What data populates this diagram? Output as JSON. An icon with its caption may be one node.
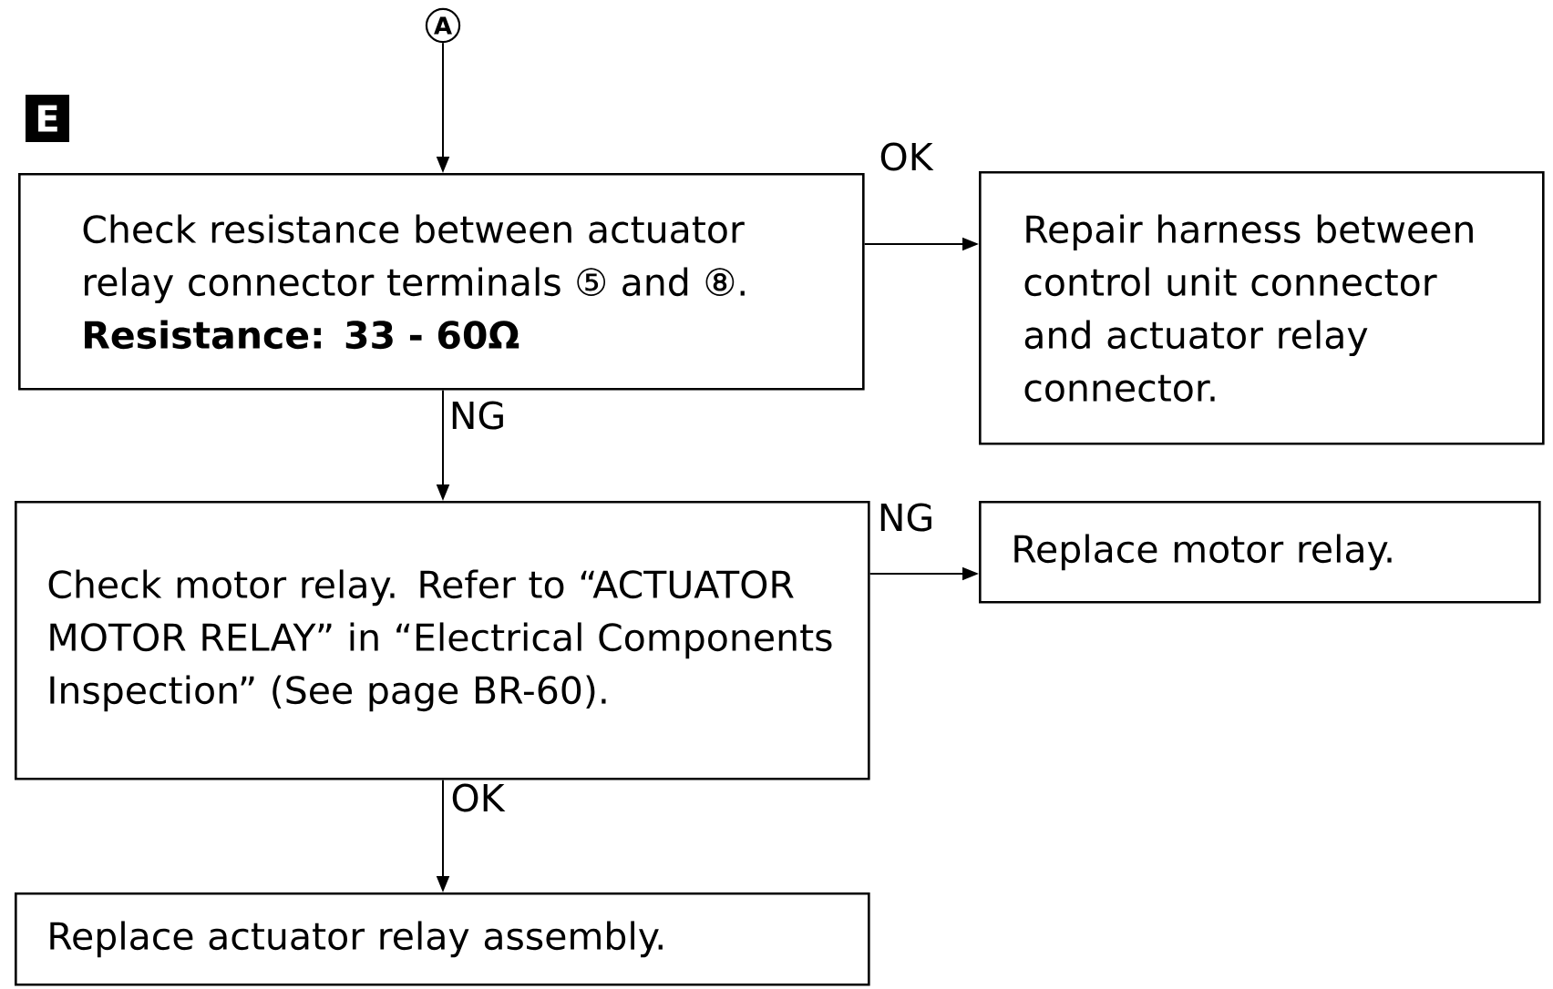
{
  "diagram": {
    "nodes": [
      {
        "text": [
          "A"
        ]
      },
      {
        "text": [
          "Check resistance between actuator relay connector terminals ⑤ and ⑧.",
          "Resistance: 33 - 60Ω"
        ]
      },
      {
        "text": [
          "Repair harness between control unit connector and actuator relay connector."
        ]
      },
      {
        "text": [
          "Check motor relay. Refer to “ACTUATOR MOTOR RELAY” in “Electrical Components Inspection” (See page BR-60)."
        ]
      },
      {
        "text": [
          "Replace motor relay."
        ]
      },
      {
        "text": [
          "Replace actuator relay assembly."
        ]
      }
    ],
    "edges": [
      {
        "from": 0,
        "to": 1,
        "arrow": "to"
      },
      {
        "from": 1,
        "to": 2,
        "arrow": "to",
        "label": "OK"
      },
      {
        "from": 1,
        "to": 3,
        "arrow": "to",
        "label": "NG"
      },
      {
        "from": 3,
        "to": 4,
        "arrow": "to",
        "label": "NG"
      },
      {
        "from": 3,
        "to": 5,
        "arrow": "to",
        "label": "OK"
      }
    ],
    "labels": [
      "E"
    ]
  }
}
